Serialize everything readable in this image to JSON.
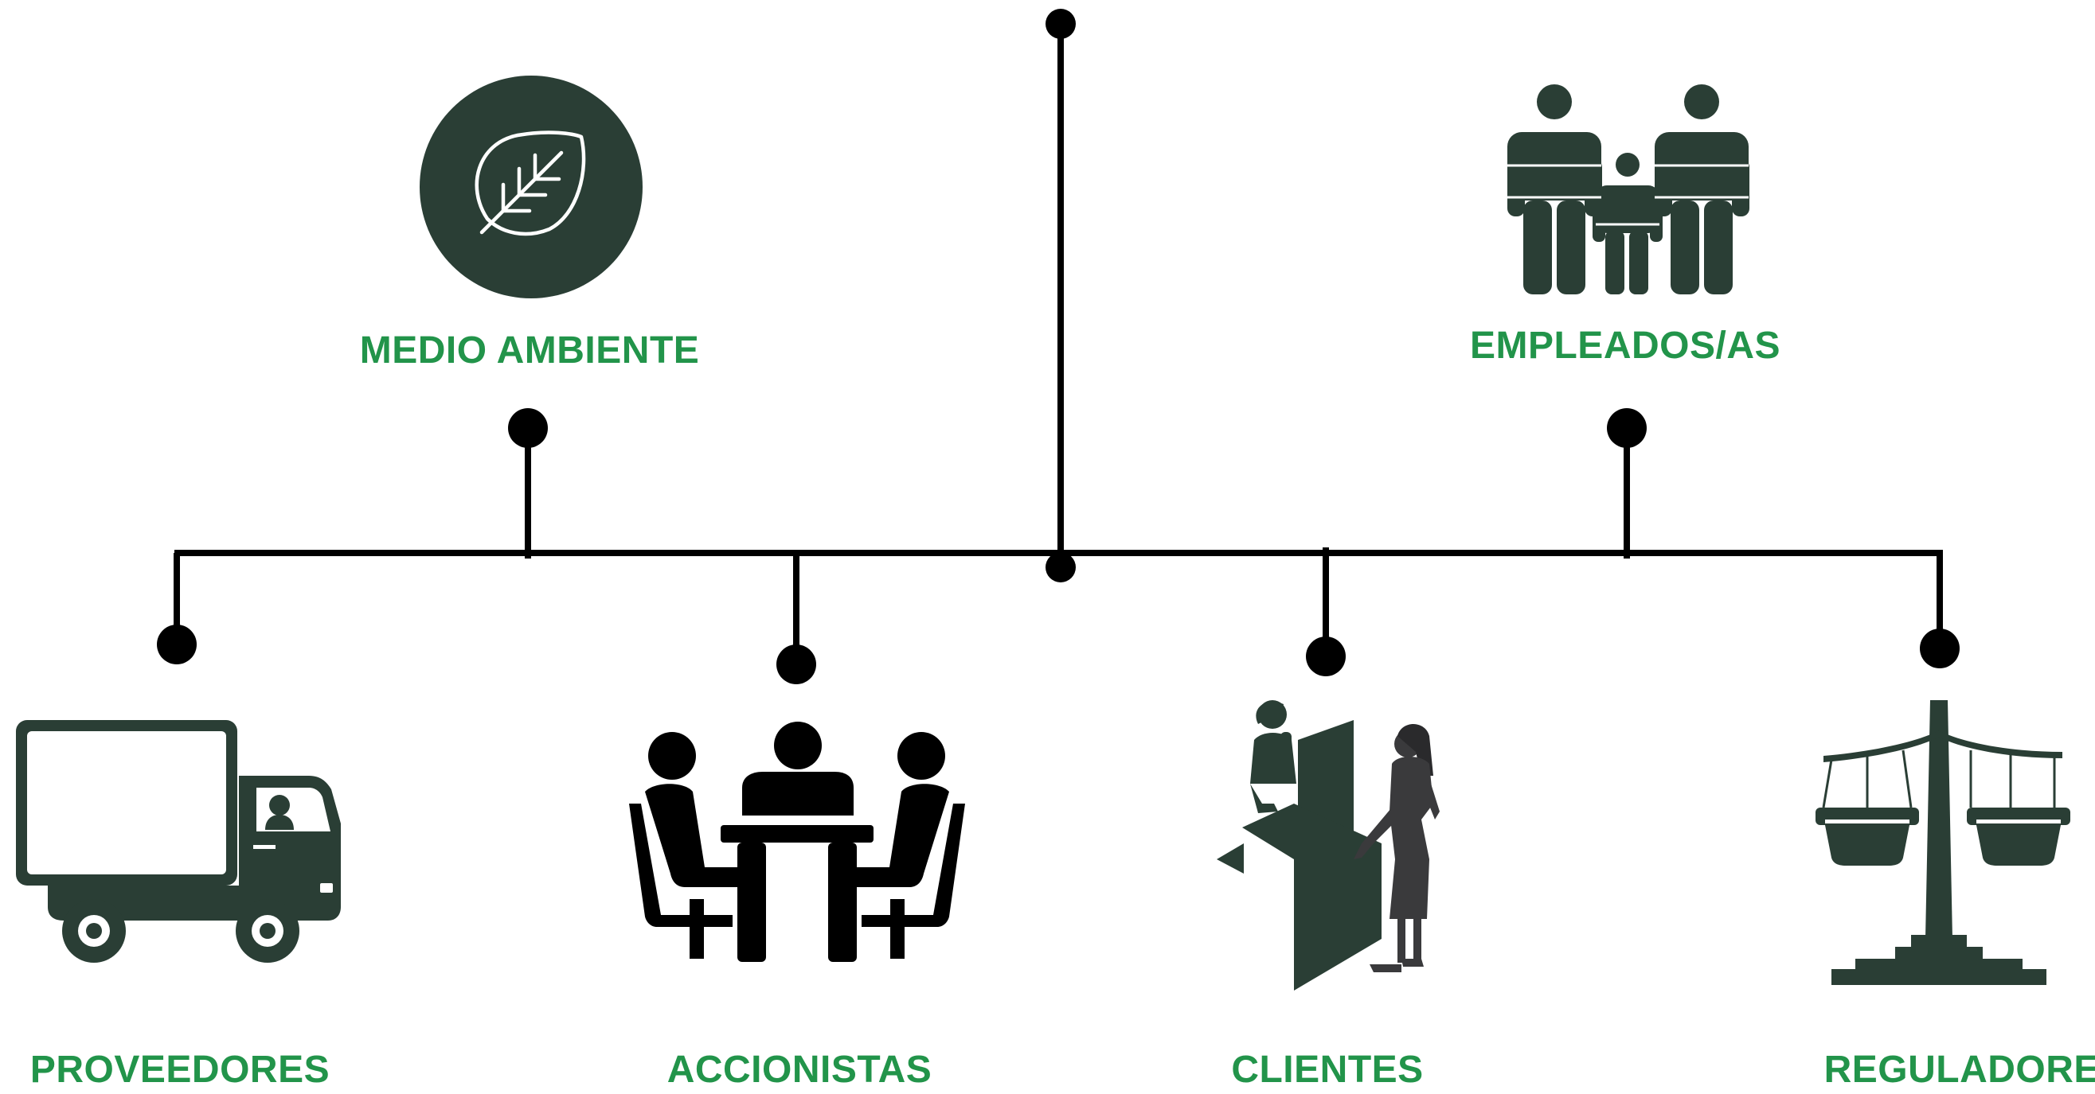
{
  "colors": {
    "label": "#22944a",
    "icon": "#2a3e35",
    "line": "#000000",
    "background": "#ffffff"
  },
  "stakeholders": [
    {
      "key": "medio_ambiente",
      "label": "MEDIO AMBIENTE",
      "icon": "leaf-icon"
    },
    {
      "key": "empleados",
      "label": "EMPLEADOS/AS",
      "icon": "family-icon"
    },
    {
      "key": "proveedores",
      "label": "PROVEEDORES",
      "icon": "truck-icon"
    },
    {
      "key": "accionistas",
      "label": "ACCIONISTAS",
      "icon": "meeting-table-icon"
    },
    {
      "key": "clientes",
      "label": "CLIENTES",
      "icon": "customer-counter-icon"
    },
    {
      "key": "reguladores",
      "label": "REGULADORES",
      "icon": "balance-scale-icon"
    }
  ]
}
